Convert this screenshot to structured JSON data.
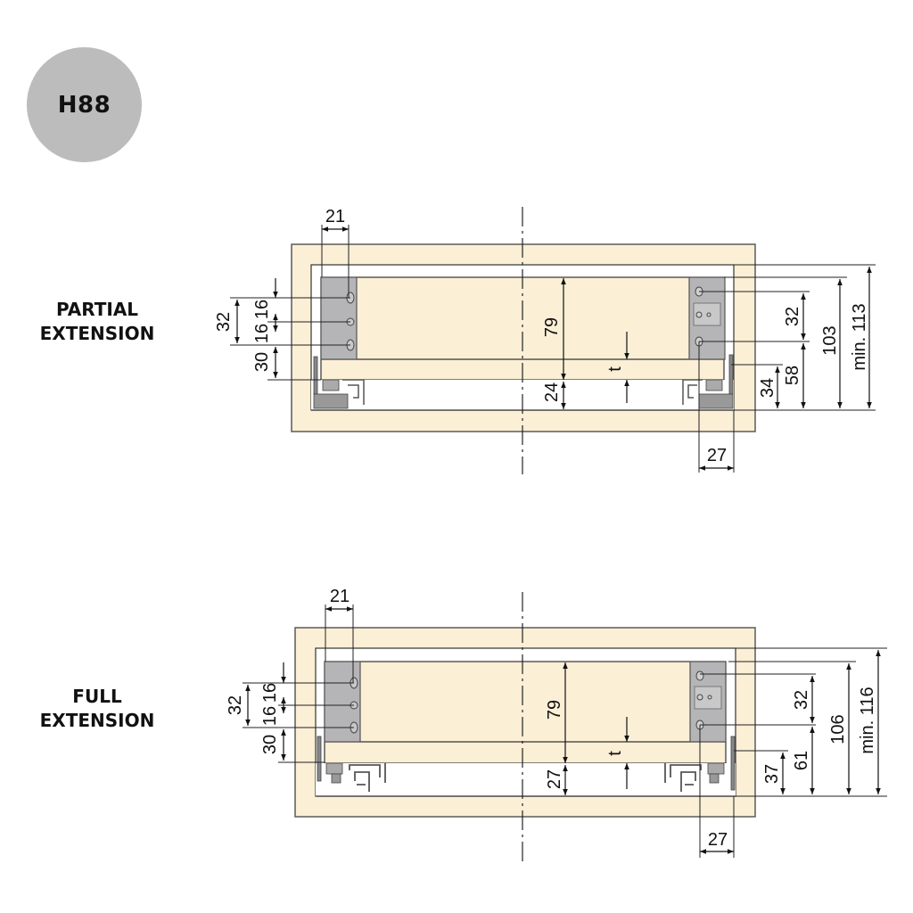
{
  "badge": {
    "text": "H88",
    "color": "#bcbcbd"
  },
  "colors": {
    "wood": "#fbefd6",
    "wood_edge": "#5a5a5a",
    "metal": "#b5b5b7",
    "metal_dark": "#6e6e70",
    "line": "#1a1a1a"
  },
  "sections": [
    {
      "title_line1": "PARTIAL",
      "title_line2": "EXTENSION",
      "dims": {
        "side_gap": "21",
        "hole_span": "32",
        "hole_pitch_a": "16",
        "hole_pitch_b": "16",
        "bottom_offset": "30",
        "drawer_height": "79",
        "bottom_clear": "24",
        "thickness": "t",
        "rear_hole_span": "32",
        "rail_height": "34",
        "lower_hole_height": "58",
        "inner_height": "103",
        "min_height": "min. 113",
        "rail_width": "27"
      }
    },
    {
      "title_line1": "FULL",
      "title_line2": "EXTENSION",
      "dims": {
        "side_gap": "21",
        "hole_span": "32",
        "hole_pitch_a": "16",
        "hole_pitch_b": "16",
        "bottom_offset": "30",
        "drawer_height": "79",
        "bottom_clear": "27",
        "thickness": "t",
        "rear_hole_span": "32",
        "rail_height": "37",
        "lower_hole_height": "61",
        "inner_height": "106",
        "min_height": "min. 116",
        "rail_width": "27"
      }
    }
  ]
}
